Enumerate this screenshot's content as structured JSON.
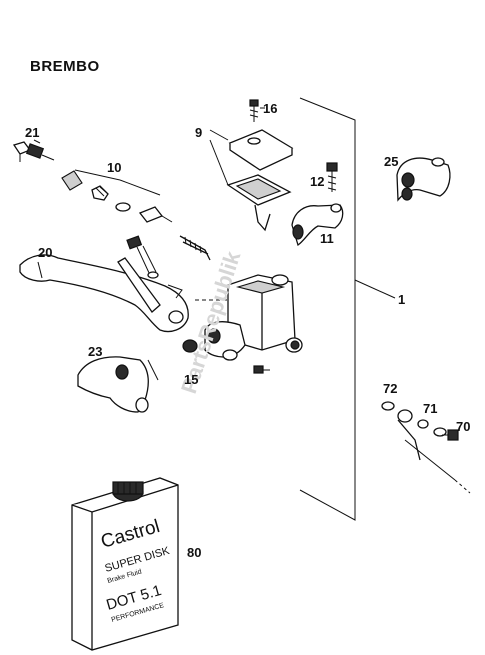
{
  "title": "BREMBO",
  "watermark": "PartsRepublik",
  "callouts": [
    {
      "id": "c16",
      "label": "16"
    },
    {
      "id": "c21",
      "label": "21"
    },
    {
      "id": "c9",
      "label": "9"
    },
    {
      "id": "c25",
      "label": "25"
    },
    {
      "id": "c10",
      "label": "10"
    },
    {
      "id": "c12",
      "label": "12"
    },
    {
      "id": "c11",
      "label": "11"
    },
    {
      "id": "c20",
      "label": "20"
    },
    {
      "id": "c1",
      "label": "1"
    },
    {
      "id": "c23",
      "label": "23"
    },
    {
      "id": "c15",
      "label": "15"
    },
    {
      "id": "c72",
      "label": "72"
    },
    {
      "id": "c71",
      "label": "71"
    },
    {
      "id": "c70",
      "label": "70"
    },
    {
      "id": "c80",
      "label": "80"
    }
  ],
  "bottle": {
    "brand": "Castrol",
    "line1": "SUPER DISK",
    "line2": "Brake Fluid",
    "line3": "DOT 5.1",
    "line4": "PERFORMANCE"
  }
}
